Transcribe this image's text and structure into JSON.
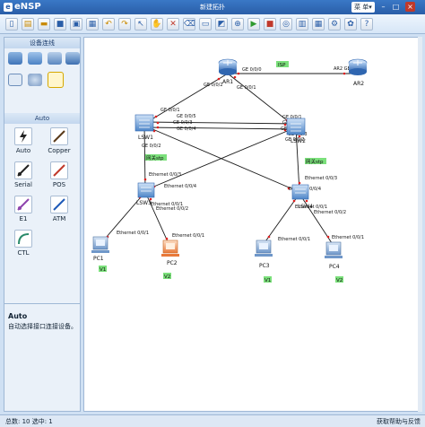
{
  "app": {
    "logo": "eNSP",
    "window_title": "新建拓扑",
    "menu_label": "菜 单▾"
  },
  "sidebar": {
    "header": "设备连线",
    "section": "Auto",
    "cables": [
      {
        "name": "Auto"
      },
      {
        "name": "Copper"
      },
      {
        "name": "Serial"
      },
      {
        "name": "POS"
      },
      {
        "name": "E1"
      },
      {
        "name": "ATM"
      },
      {
        "name": "CTL"
      }
    ],
    "desc_title": "Auto",
    "desc_text": "自动选择接口连接设备。"
  },
  "topology": {
    "devices": [
      {
        "id": "AR1",
        "label": "AR1",
        "type": "router"
      },
      {
        "id": "AR2",
        "label": "AR2",
        "type": "router"
      },
      {
        "id": "LSW1",
        "label": "LSW1",
        "type": "switch"
      },
      {
        "id": "LSW2",
        "label": "LSW2",
        "type": "switch"
      },
      {
        "id": "LSW3",
        "label": "LSW3",
        "type": "switch"
      },
      {
        "id": "LSW4",
        "label": "LSW4",
        "type": "switch"
      },
      {
        "id": "PC1",
        "label": "PC1",
        "type": "pc"
      },
      {
        "id": "PC2",
        "label": "PC2",
        "type": "pc"
      },
      {
        "id": "PC3",
        "label": "PC3",
        "type": "pc"
      },
      {
        "id": "PC4",
        "label": "PC4",
        "type": "pc"
      }
    ],
    "port_labels": {
      "ar1_a": "GE 0/0/2",
      "ar1_b": "GE 0/0/1",
      "ar1_c": "GE 0/0/0",
      "ar2": "AR2 GE 0/0/0",
      "lsw1_a": "GE 0/0/5",
      "lsw1_b": "GE 0/0/1",
      "lsw1_c": "GE 0/0/4",
      "lsw1_d": "GE 0/0/3",
      "lsw1_e": "GE 0/0/2",
      "lsw2_a": "GE 0/0/5",
      "lsw2_b": "GE 0/0/1",
      "lsw2_c": "GE 0/0/4",
      "lsw2_d": "GE 0/0/3",
      "lsw2_e": "GE 0/0/2",
      "lsw3_a": "Ethernet 0/0/3",
      "lsw3_b": "Ethernet 0/0/4",
      "lsw3_c": "Ethernet 0/0/1",
      "lsw3_d": "Ethernet 0/0/2",
      "lsw4_a": "Ethernet 0/0/3",
      "lsw4_b": "Ethernet 0/0/4",
      "lsw4_c": "Ethernet 0/0/1",
      "lsw4_d": "Ethernet 0/0/2",
      "pc1": "Ethernet 0/0/1",
      "pc2": "Ethernet 0/0/1",
      "pc3": "Ethernet 0/0/1",
      "pc4": "Ethernet 0/0/1"
    },
    "annotations": {
      "isp": "ISP",
      "stp1": "网关stp",
      "stp2": "网关stp",
      "v1a": "V1",
      "v2a": "V2",
      "v1b": "V1",
      "v2b": "V2"
    },
    "colors": {
      "accent": "#2a5ea8",
      "label_bg": "#7be07b",
      "link": "#1a1a1a",
      "port_dot": "#e02020"
    }
  },
  "status": {
    "count": "总数: 10  选中: 1",
    "feedback": "获取帮助与反馈"
  }
}
